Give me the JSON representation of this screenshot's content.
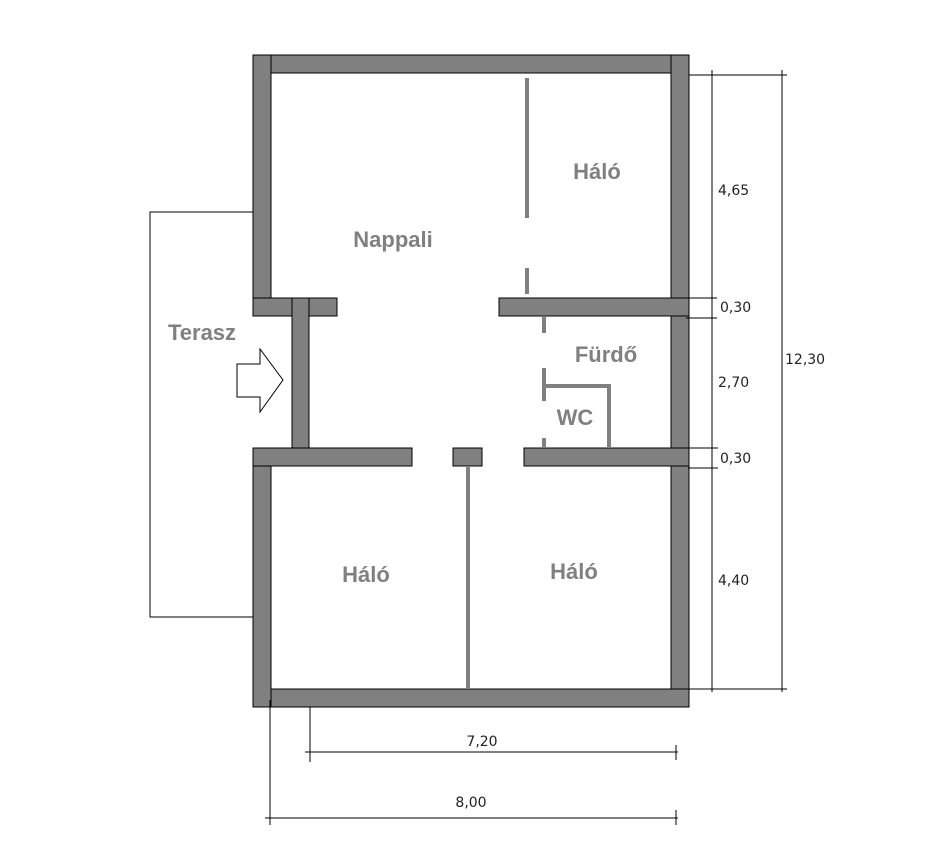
{
  "rooms": {
    "living": "Nappali",
    "bedroom_top": "Háló",
    "terrace": "Terasz",
    "bathroom": "Fürdő",
    "wc": "WC",
    "bedroom_bottom_left": "Háló",
    "bedroom_bottom_right": "Háló"
  },
  "dimensions": {
    "top_bedroom_depth": "4,65",
    "wall_1": "0,30",
    "bathroom_depth": "2,70",
    "wall_2": "0,30",
    "bottom_bedroom_depth": "4,40",
    "total_length": "12,30",
    "inner_width": "7,20",
    "outer_width": "8,00"
  },
  "colors": {
    "wall": "#808080",
    "outline": "#000000",
    "label": "#808080"
  }
}
